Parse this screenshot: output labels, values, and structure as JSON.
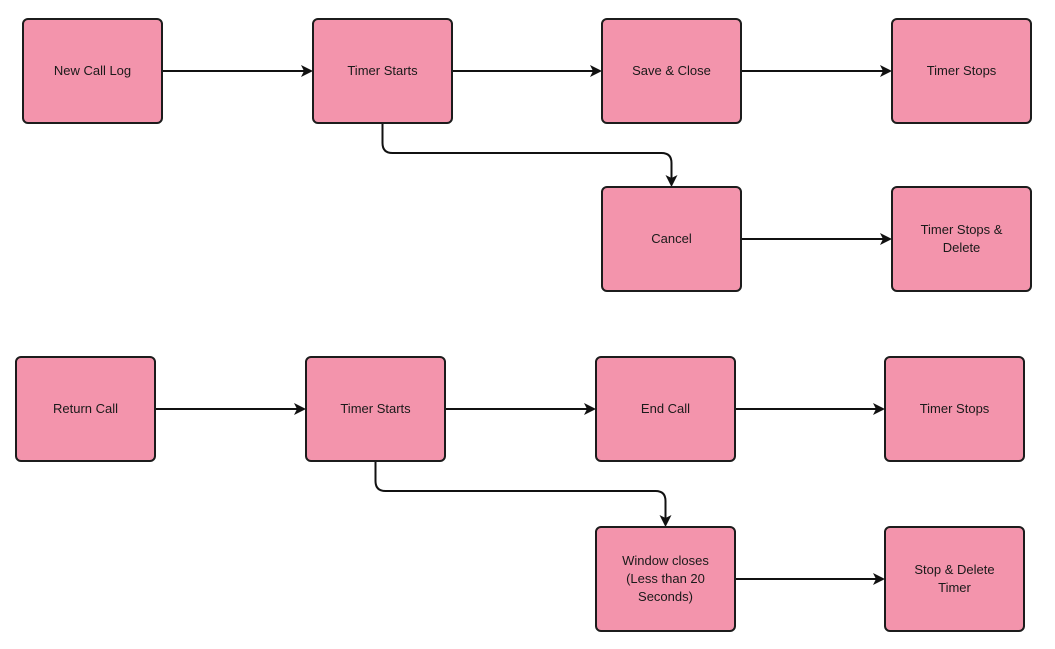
{
  "colors": {
    "node_fill": "#f394ac",
    "node_border": "#1c1c1c",
    "edge": "#111111"
  },
  "flows": [
    {
      "id": "new-call-log-flow",
      "nodes": [
        {
          "id": "n1",
          "label": "New Call Log"
        },
        {
          "id": "n2",
          "label": "Timer Starts"
        },
        {
          "id": "n3",
          "label": "Save & Close"
        },
        {
          "id": "n4",
          "label": "Timer Stops"
        },
        {
          "id": "n5",
          "label": "Cancel"
        },
        {
          "id": "n6",
          "label": "Timer Stops &\nDelete"
        }
      ],
      "edges": [
        {
          "from": "n1",
          "to": "n2"
        },
        {
          "from": "n2",
          "to": "n3"
        },
        {
          "from": "n3",
          "to": "n4"
        },
        {
          "from": "n2",
          "to": "n5"
        },
        {
          "from": "n5",
          "to": "n6"
        }
      ]
    },
    {
      "id": "return-call-flow",
      "nodes": [
        {
          "id": "m1",
          "label": "Return Call"
        },
        {
          "id": "m2",
          "label": "Timer Starts"
        },
        {
          "id": "m3",
          "label": "End Call"
        },
        {
          "id": "m4",
          "label": "Timer Stops"
        },
        {
          "id": "m5",
          "label": "Window closes\n(Less than 20\nSeconds)"
        },
        {
          "id": "m6",
          "label": "Stop & Delete\nTimer"
        }
      ],
      "edges": [
        {
          "from": "m1",
          "to": "m2"
        },
        {
          "from": "m2",
          "to": "m3"
        },
        {
          "from": "m3",
          "to": "m4"
        },
        {
          "from": "m2",
          "to": "m5"
        },
        {
          "from": "m5",
          "to": "m6"
        }
      ]
    }
  ]
}
